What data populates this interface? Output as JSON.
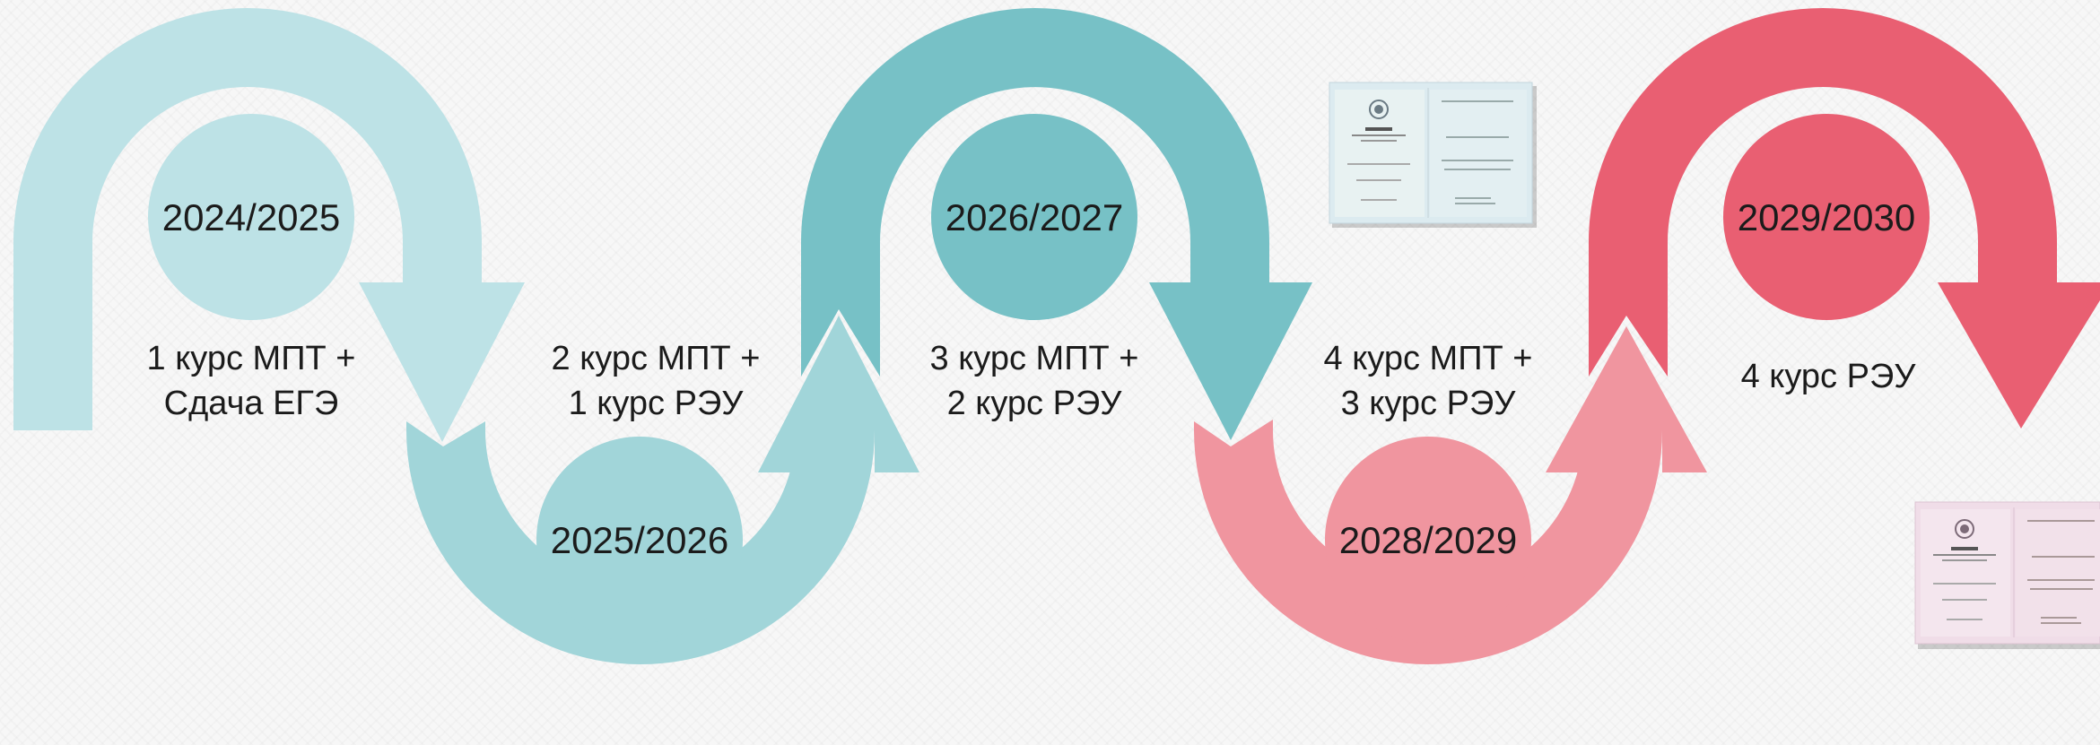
{
  "colors": {
    "stage1": "#bde2e6",
    "stage2": "#a1d5d9",
    "stage3": "#77c1c6",
    "stage4": "#f0959f",
    "stage5": "#e95f72",
    "stage5_head": "#e85c70"
  },
  "stages": [
    {
      "year": "2024/2025",
      "caption": [
        "1 курс МПТ +",
        "Сдача ЕГЭ"
      ]
    },
    {
      "year": "2025/2026",
      "caption": [
        "2 курс МПТ +",
        "1 курс РЭУ"
      ]
    },
    {
      "year": "2026/2027",
      "caption": [
        "3 курс МПТ +",
        "2 курс РЭУ"
      ]
    },
    {
      "year": "2028/2029",
      "caption": [
        "4 курс МПТ +",
        "3 курс РЭУ"
      ]
    },
    {
      "year": "2029/2030",
      "caption": [
        "4 курс РЭУ"
      ]
    }
  ],
  "documents": [
    {
      "icon": "diploma-blue-icon",
      "tint": "#d7ecf1"
    },
    {
      "icon": "diploma-pink-icon",
      "tint": "#efdbe7"
    }
  ]
}
